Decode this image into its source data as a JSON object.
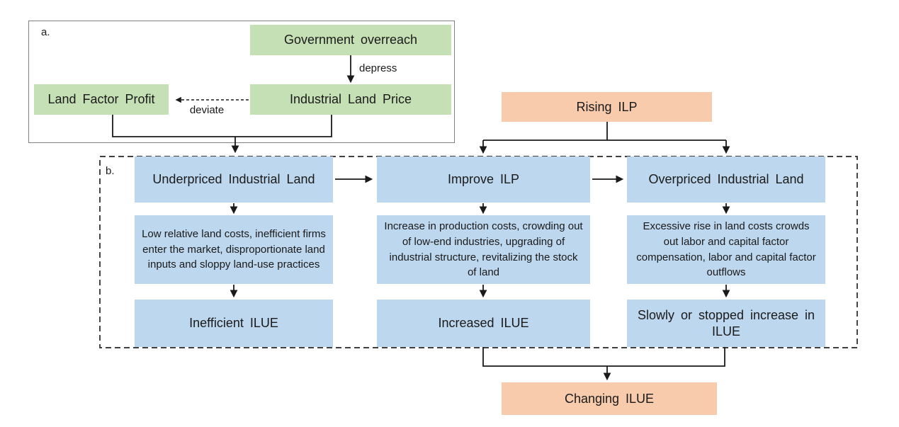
{
  "panel_a": {
    "label": "a.",
    "nodes": {
      "government_overreach": "Government overreach",
      "industrial_land_price": "Industrial Land Price",
      "land_factor_profit": "Land Factor Profit"
    },
    "edge_labels": {
      "depress": "depress",
      "deviate": "deviate"
    }
  },
  "rising_ilp": "Rising ILP",
  "changing_ilue": "Changing ILUE",
  "panel_b": {
    "label": "b.",
    "columns": [
      {
        "header": "Underpriced Industrial Land",
        "description": "Low relative land costs, inefficient firms enter the market, disproportionate land inputs and sloppy land-use practices",
        "outcome": "Inefficient ILUE"
      },
      {
        "header": "Improve ILP",
        "description": "Increase in production costs, crowding out of low-end industries, upgrading of industrial structure, revitalizing the stock of land",
        "outcome": "Increased ILUE"
      },
      {
        "header": "Overpriced Industrial Land",
        "description": "Excessive rise in land costs crowds out labor and capital factor compensation, labor and capital factor outflows",
        "outcome": "Slowly or stopped increase in ILUE"
      }
    ]
  },
  "colors": {
    "green_node": "#c5e0b4",
    "blue_node": "#bdd7ee",
    "orange_node": "#f8cbad",
    "line": "#1a1a1a",
    "panel_a_border": "#808080"
  }
}
